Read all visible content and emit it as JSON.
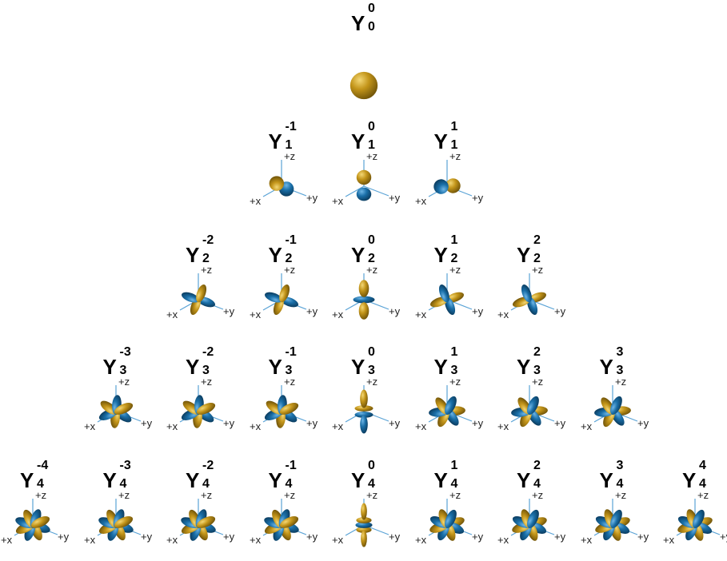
{
  "axes": {
    "z": "+z",
    "x": "+x",
    "y": "+y"
  },
  "colors": {
    "positive": "#c3951a",
    "negative": "#1a6fa8",
    "axis": "#5aa3d6"
  },
  "rows": [
    {
      "l": "0",
      "items": [
        {
          "m": "0",
          "sup": "0",
          "sub": "0"
        }
      ]
    },
    {
      "l": "1",
      "items": [
        {
          "m": "-1",
          "sup": "-1",
          "sub": "1"
        },
        {
          "m": "0",
          "sup": "0",
          "sub": "1"
        },
        {
          "m": "1",
          "sup": "1",
          "sub": "1"
        }
      ]
    },
    {
      "l": "2",
      "items": [
        {
          "m": "-2",
          "sup": "-2",
          "sub": "2"
        },
        {
          "m": "-1",
          "sup": "-1",
          "sub": "2"
        },
        {
          "m": "0",
          "sup": "0",
          "sub": "2"
        },
        {
          "m": "1",
          "sup": "1",
          "sub": "2"
        },
        {
          "m": "2",
          "sup": "2",
          "sub": "2"
        }
      ]
    },
    {
      "l": "3",
      "items": [
        {
          "m": "-3",
          "sup": "-3",
          "sub": "3"
        },
        {
          "m": "-2",
          "sup": "-2",
          "sub": "3"
        },
        {
          "m": "-1",
          "sup": "-1",
          "sub": "3"
        },
        {
          "m": "0",
          "sup": "0",
          "sub": "3"
        },
        {
          "m": "1",
          "sup": "1",
          "sub": "3"
        },
        {
          "m": "2",
          "sup": "2",
          "sub": "3"
        },
        {
          "m": "3",
          "sup": "3",
          "sub": "3"
        }
      ]
    },
    {
      "l": "4",
      "items": [
        {
          "m": "-4",
          "sup": "-4",
          "sub": "4"
        },
        {
          "m": "-3",
          "sup": "-3",
          "sub": "4"
        },
        {
          "m": "-2",
          "sup": "-2",
          "sub": "4"
        },
        {
          "m": "-1",
          "sup": "-1",
          "sub": "4"
        },
        {
          "m": "0",
          "sup": "0",
          "sub": "4"
        },
        {
          "m": "1",
          "sup": "1",
          "sub": "4"
        },
        {
          "m": "2",
          "sup": "2",
          "sub": "4"
        },
        {
          "m": "3",
          "sup": "3",
          "sub": "4"
        },
        {
          "m": "4",
          "sup": "4",
          "sub": "4"
        }
      ]
    }
  ]
}
